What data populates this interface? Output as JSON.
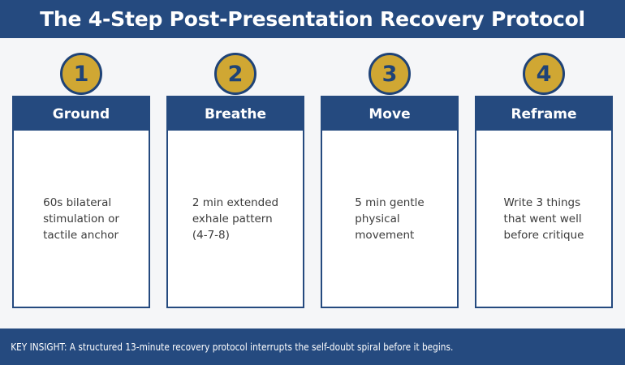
{
  "title": "The 4-Step Post-Presentation Recovery Protocol",
  "colors": {
    "primary_blue": "#254a7f",
    "circle_gold": "#d0a733",
    "circle_border_blue": "#1f4377",
    "page_background": "#f5f6f8",
    "card_background": "#ffffff",
    "body_text": "#3b3b3b"
  },
  "steps": [
    {
      "number": "1",
      "title": "Ground",
      "description": "60s bilateral\nstimulation or\ntactile anchor"
    },
    {
      "number": "2",
      "title": "Breathe",
      "description": "2 min extended\nexhale pattern\n(4-7-8)"
    },
    {
      "number": "3",
      "title": "Move",
      "description": "5 min gentle\nphysical\nmovement"
    },
    {
      "number": "4",
      "title": "Reframe",
      "description": "Write 3 things\nthat went well\nbefore critique"
    }
  ],
  "footer": {
    "text": "KEY INSIGHT: A structured 13-minute recovery protocol interrupts the self-doubt spiral before it begins."
  }
}
